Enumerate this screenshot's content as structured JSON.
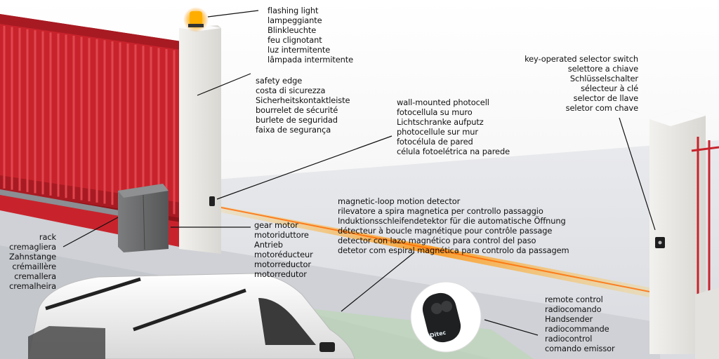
{
  "labels": {
    "flashing_light": [
      "flashing light",
      "lampeggiante",
      "Blinkleuchte",
      "feu clignotant",
      "luz intermitente",
      "lâmpada intermitente"
    ],
    "safety_edge": [
      "safety edge",
      "costa di sicurezza",
      "Sicherheitskontaktleiste",
      "bourrelet de sécurité",
      "burlete de seguridad",
      "faixa de segurança"
    ],
    "photocell": [
      "wall-mounted photocell",
      "fotocellula su muro",
      "Lichtschranke aufputz",
      "photocellule sur mur",
      "fotocélula de pared",
      "célula fotoelétrica na parede"
    ],
    "selector_switch": [
      "key-operated selector switch",
      "selettore a chiave",
      "Schlüsselschalter",
      "sélecteur à clé",
      "selector de llave",
      "seletor com chave"
    ],
    "loop_detector": [
      "magnetic-loop motion detector",
      "rilevatore a spira magnetica per controllo passaggio",
      "Induktionsschleifendetektor für die automatische Öffnung",
      "détecteur à boucle magnétique pour contrôle passage",
      "detector con lazo magnético para control del paso",
      "detetor com espiral magnética para controlo da passagem"
    ],
    "gear_motor": [
      "gear motor",
      "motoriduttore",
      "Antrieb",
      "motoréducteur",
      "motorreductor",
      "motorredutor"
    ],
    "rack": [
      "rack",
      "cremagliera",
      "Zahnstange",
      "crémaillère",
      "cremallera",
      "cremalheira"
    ],
    "remote_control": [
      "remote control",
      "radiocomando",
      "Handsender",
      "radiocommande",
      "radiocontrol",
      "comando emissor"
    ]
  },
  "remote_brand": "Ditec",
  "colors": {
    "gate_red": "#c8232c",
    "pillar": "#e8e6e2",
    "loop_glow": "#ff9a00",
    "motor_grey": "#6e6f70",
    "lamp_amber": "#ffae00"
  },
  "icons": {
    "flashing_light": "amber-beacon",
    "photocell": "photocell-box",
    "selector": "key-selector-box",
    "remote": "two-button-key-fob"
  }
}
